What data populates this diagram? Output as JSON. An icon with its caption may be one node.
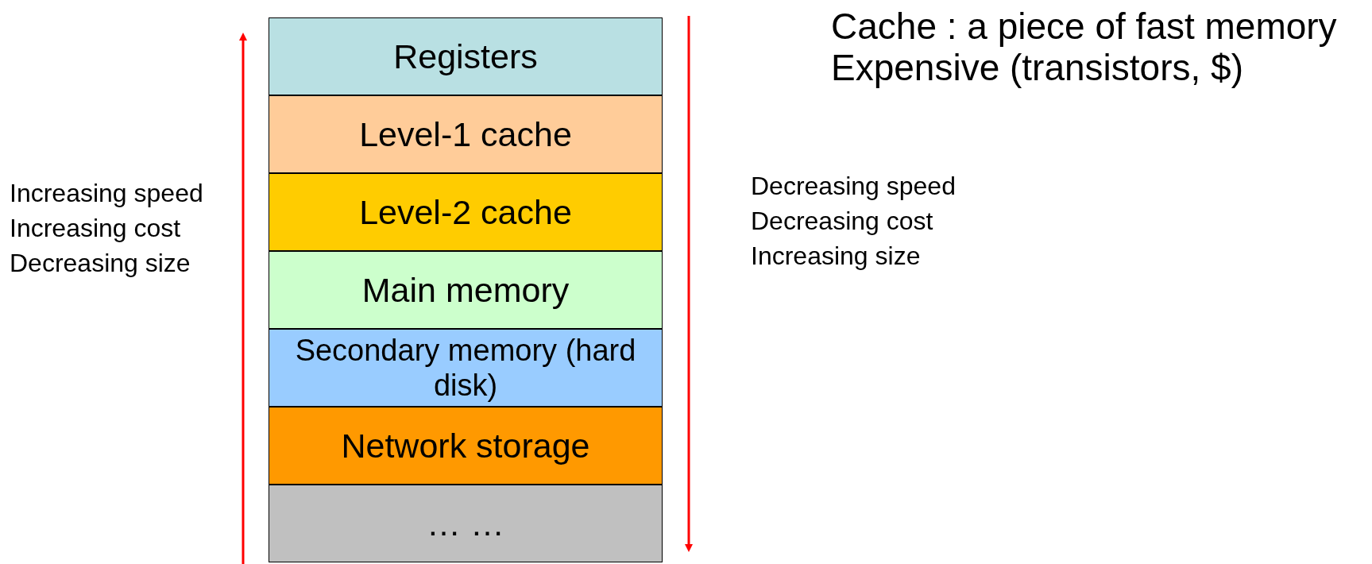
{
  "diagram": {
    "nodes": [
      {
        "text": [
          "Registers"
        ]
      },
      {
        "text": [
          "Level-1 cache"
        ]
      },
      {
        "text": [
          "Level-2 cache"
        ]
      },
      {
        "text": [
          "Main memory"
        ]
      },
      {
        "text": [
          "Secondary memory (hard disk)"
        ]
      },
      {
        "text": [
          "Network storage"
        ]
      },
      {
        "text": [
          "… …"
        ]
      }
    ],
    "edges": [],
    "labels": [
      "Cache : a piece of fast memory",
      "Expensive (transistors, $)",
      "Increasing speed",
      "Increasing cost",
      "Decreasing size",
      "Decreasing speed",
      "Decreasing cost",
      "Increasing size"
    ]
  }
}
